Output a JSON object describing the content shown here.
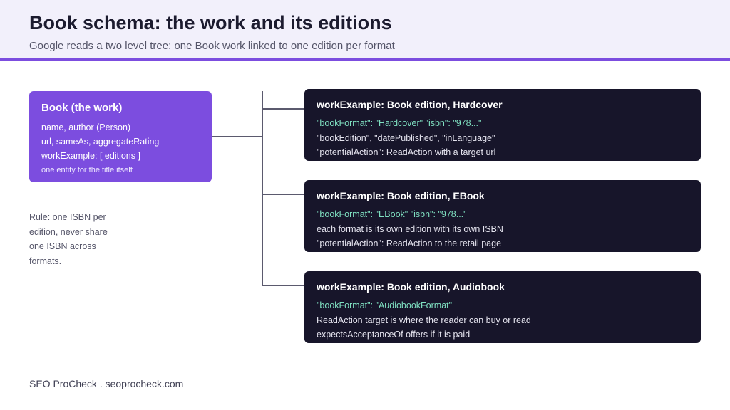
{
  "header": {
    "title": "Book schema: the work and its editions",
    "subtitle": "Google reads a two level tree: one Book work linked to one edition per format"
  },
  "work": {
    "title": "Book (the work)",
    "lines": [
      "name, author (Person)",
      "url, sameAs, aggregateRating",
      "workExample: [ editions ]"
    ],
    "note": "one entity for the title itself"
  },
  "rule_note": "Rule: one ISBN per edition, never share one ISBN across formats.",
  "editions": [
    {
      "title": "workExample: Book edition, Hardcover",
      "code": "\"bookFormat\": \"Hardcover\" \"isbn\": \"978...\"",
      "lines": [
        "\"bookEdition\", \"datePublished\", \"inLanguage\"",
        "\"potentialAction\": ReadAction with a target url"
      ]
    },
    {
      "title": "workExample: Book edition, EBook",
      "code": "\"bookFormat\": \"EBook\" \"isbn\": \"978...\"",
      "lines": [
        "each format is its own edition with its own ISBN",
        "\"potentialAction\": ReadAction to the retail page"
      ]
    },
    {
      "title": "workExample: Book edition, Audiobook",
      "code": "\"bookFormat\": \"AudiobookFormat\"",
      "lines": [
        "ReadAction target is where the reader can buy or read",
        "expectsAcceptanceOf offers if it is paid"
      ]
    }
  ],
  "footer": "SEO ProCheck . seoprocheck.com",
  "colors": {
    "accent": "#7c4ddf",
    "card_dark": "#17152a",
    "code_text": "#7fe0c1",
    "connector": "#5b5a6e"
  }
}
